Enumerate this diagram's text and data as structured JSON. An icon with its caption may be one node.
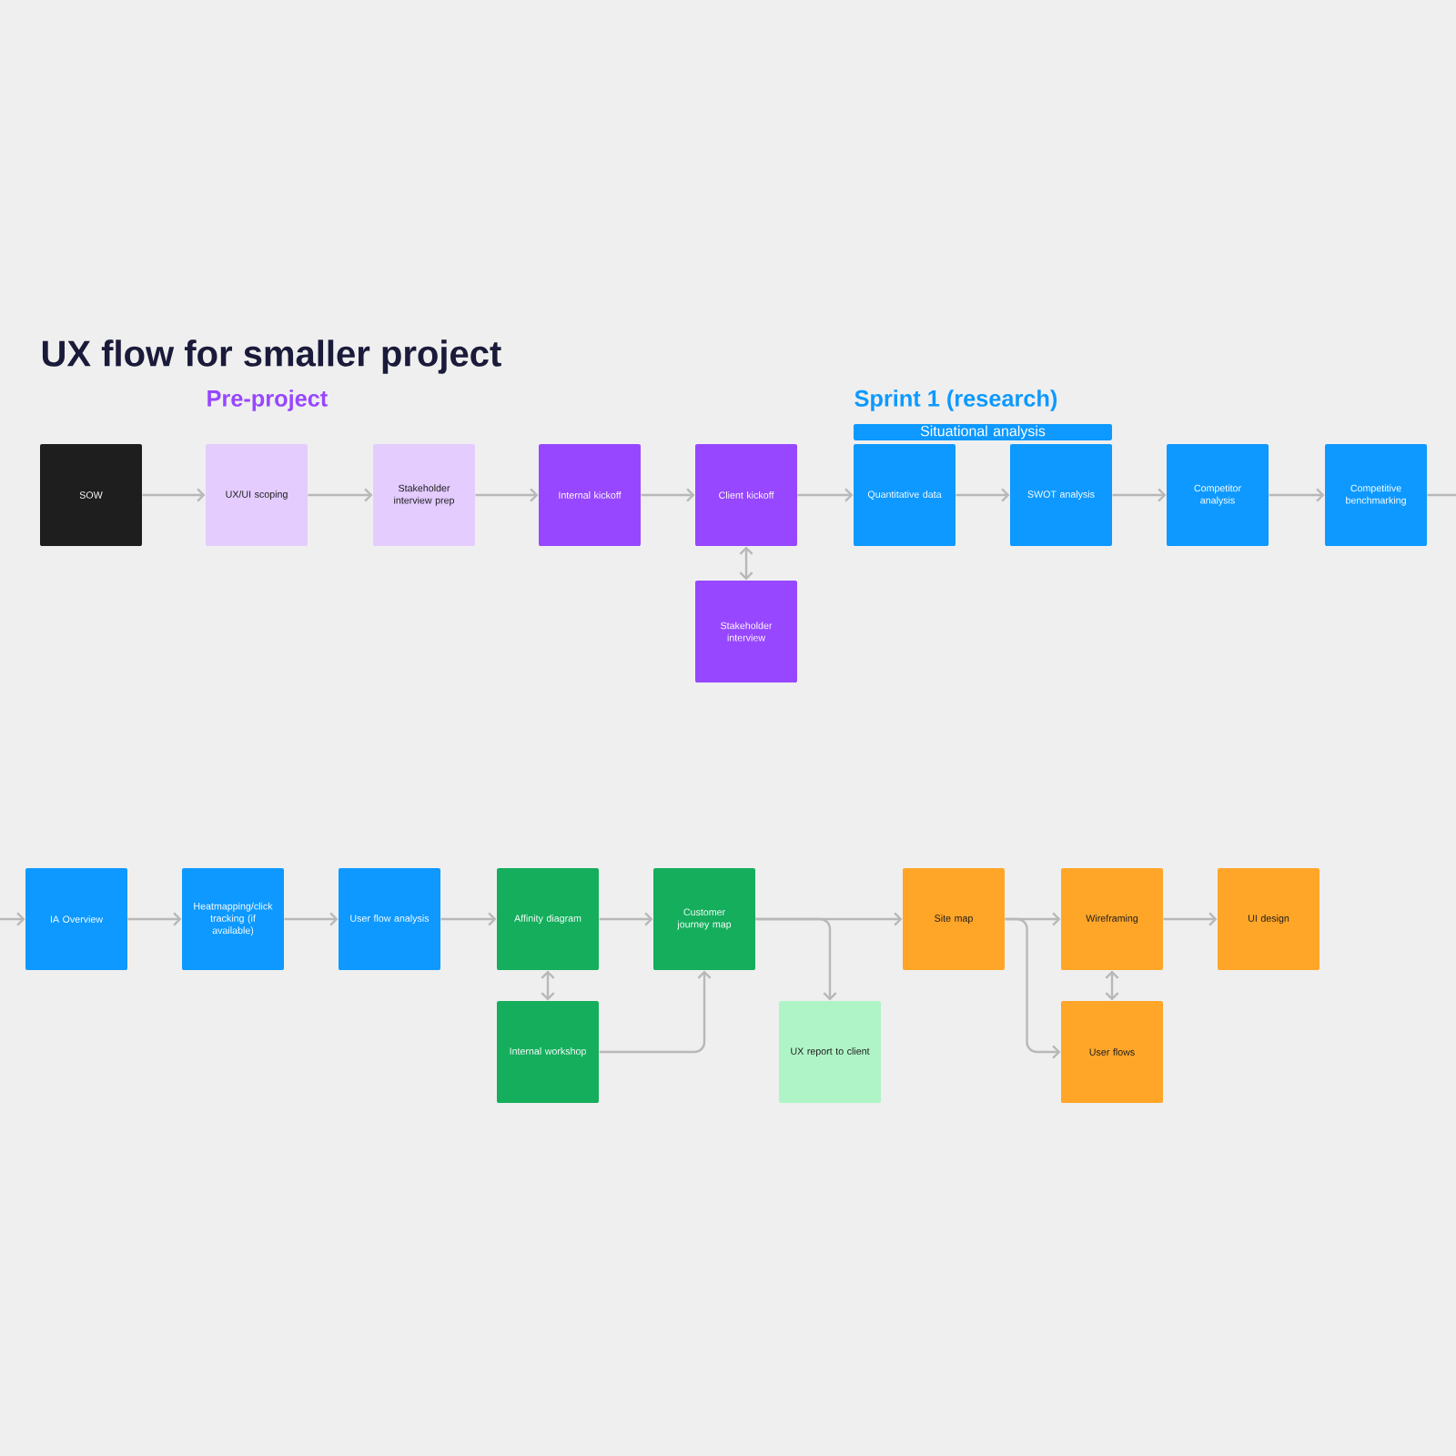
{
  "diagram": {
    "title": "UX flow for smaller project",
    "nodes": [
      {
        "text": [
          "SOW"
        ]
      },
      {
        "text": [
          "UX/UI scoping"
        ]
      },
      {
        "text": [
          "Stakeholder interview prep"
        ]
      },
      {
        "text": [
          "Internal kickoff"
        ]
      },
      {
        "text": [
          "Client kickoff"
        ]
      },
      {
        "text": [
          "Stakeholder interview"
        ]
      },
      {
        "text": [
          "Situational analysis"
        ]
      },
      {
        "text": [
          "Quantitative data"
        ]
      },
      {
        "text": [
          "SWOT analysis"
        ]
      },
      {
        "text": [
          "Competitor analysis"
        ]
      },
      {
        "text": [
          "Competitive benchmarking"
        ]
      },
      {
        "text": [
          "IA Overview"
        ]
      },
      {
        "text": [
          "Heatmapping/click tracking (if available)"
        ]
      },
      {
        "text": [
          "User flow analysis"
        ]
      },
      {
        "text": [
          "Affinity diagram"
        ]
      },
      {
        "text": [
          "Internal workshop"
        ]
      },
      {
        "text": [
          "Customer journey map"
        ]
      },
      {
        "text": [
          "UX report to client"
        ]
      },
      {
        "text": [
          "Site map"
        ]
      },
      {
        "text": [
          "Wireframing"
        ]
      },
      {
        "text": [
          "User flows"
        ]
      },
      {
        "text": [
          "UI design"
        ]
      }
    ],
    "edges": [
      {
        "from": 0,
        "to": 1,
        "arrow": "to"
      },
      {
        "from": 1,
        "to": 2,
        "arrow": "to"
      },
      {
        "from": 2,
        "to": 3,
        "arrow": "to"
      },
      {
        "from": 3,
        "to": 4,
        "arrow": "to"
      },
      {
        "from": 4,
        "to": 5,
        "arrow": "both"
      },
      {
        "from": 4,
        "to": 7,
        "arrow": "to"
      },
      {
        "from": 7,
        "to": 8,
        "arrow": "to"
      },
      {
        "from": 8,
        "to": 9,
        "arrow": "to"
      },
      {
        "from": 9,
        "to": 10,
        "arrow": "to"
      },
      {
        "from": 10,
        "to": null,
        "arrow": "none"
      },
      {
        "from": null,
        "to": 11,
        "arrow": "to"
      },
      {
        "from": 11,
        "to": 12,
        "arrow": "to"
      },
      {
        "from": 12,
        "to": 13,
        "arrow": "to"
      },
      {
        "from": 13,
        "to": 14,
        "arrow": "to"
      },
      {
        "from": 14,
        "to": 15,
        "arrow": "both"
      },
      {
        "from": 14,
        "to": 16,
        "arrow": "to"
      },
      {
        "from": 15,
        "to": 16,
        "arrow": "to"
      },
      {
        "from": 16,
        "to": 18,
        "arrow": "to"
      },
      {
        "from": 16,
        "to": 17,
        "arrow": "to"
      },
      {
        "from": 18,
        "to": 19,
        "arrow": "to"
      },
      {
        "from": 18,
        "to": 20,
        "arrow": "to"
      },
      {
        "from": 19,
        "to": 20,
        "arrow": "both"
      },
      {
        "from": 19,
        "to": 21,
        "arrow": "to"
      }
    ],
    "labels": [
      "Pre-project",
      "Sprint 1 (research)"
    ]
  }
}
